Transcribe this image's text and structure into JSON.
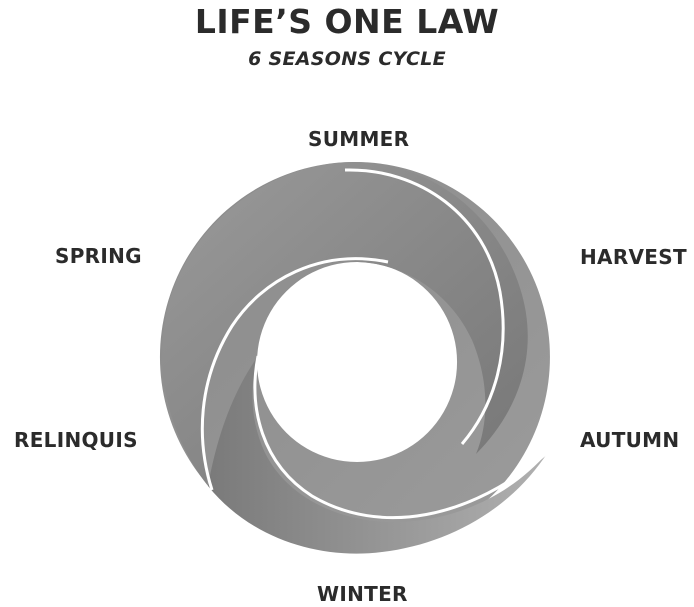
{
  "header": {
    "title": "LIFE’S ONE LAW",
    "subtitle": "6 SEASONS CYCLE"
  },
  "seasons": [
    {
      "id": "summer",
      "label": "SUMMER"
    },
    {
      "id": "harvest",
      "label": "HARVEST"
    },
    {
      "id": "autumn",
      "label": "AUTUMN"
    },
    {
      "id": "winter",
      "label": "WINTER"
    },
    {
      "id": "relinquis",
      "label": "RELINQUIS"
    },
    {
      "id": "spring",
      "label": "SPRING"
    }
  ],
  "colors": {
    "text": "#2b2b2b",
    "ring_dark": "#6f6f6f",
    "ring_mid": "#8c8c8c",
    "ring_light": "#a6a6a6",
    "separator": "#ffffff"
  }
}
